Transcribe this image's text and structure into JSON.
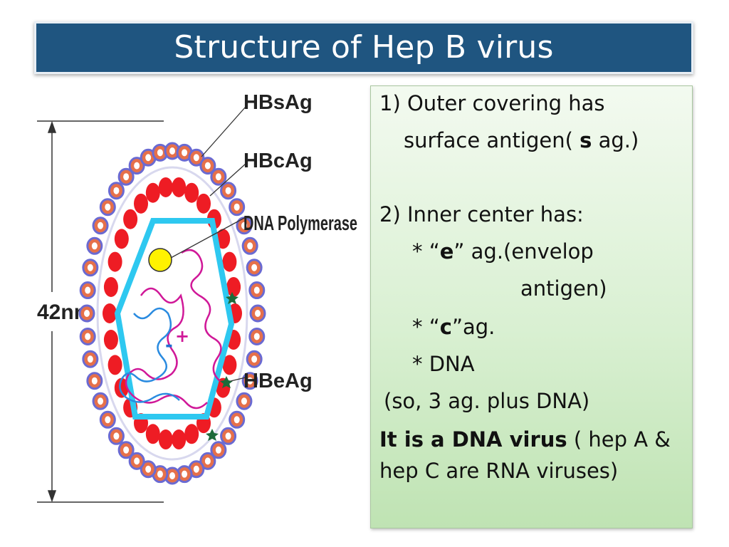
{
  "slide": {
    "title": "Structure of Hep B virus"
  },
  "diagram": {
    "labels": {
      "hbsag": "HBsAg",
      "hbcag": "HBcAg",
      "dna_polymerase": "DNA Polymerase",
      "hbeag": "HBeAg",
      "size": "42nm",
      "minus": "-",
      "plus": "+"
    },
    "colors": {
      "outer_ring": "#6a6ad2",
      "outer_bead_fill": "#e6704a",
      "outer_bead_core": "#ffffff",
      "inner_bead": "#ee1c24",
      "hexagon": "#2ec8f0",
      "polymerase": "#fff200",
      "dna_strand": "#d01898",
      "dna_strand_2": "#2a8be0"
    }
  },
  "notes": {
    "point1_line1": "1) Outer covering has",
    "point1_line2_a": "surface antigen( ",
    "point1_line2_b": "s",
    "point1_line2_c": " ag.)",
    "point2_line1": "2) Inner center has:",
    "e_a": "* “",
    "e_b": "e",
    "e_c": "” ag.(envelop",
    "e_line2": "antigen)",
    "c_a": "* “",
    "c_b": "c",
    "c_c": "”ag.",
    "dna_item": "* DNA",
    "summary": "(so, 3 ag. plus DNA)",
    "conclusion_bold": "It is a DNA virus",
    "conclusion_rest": " ( hep A &",
    "conclusion_line2": "hep C are RNA viruses)"
  }
}
